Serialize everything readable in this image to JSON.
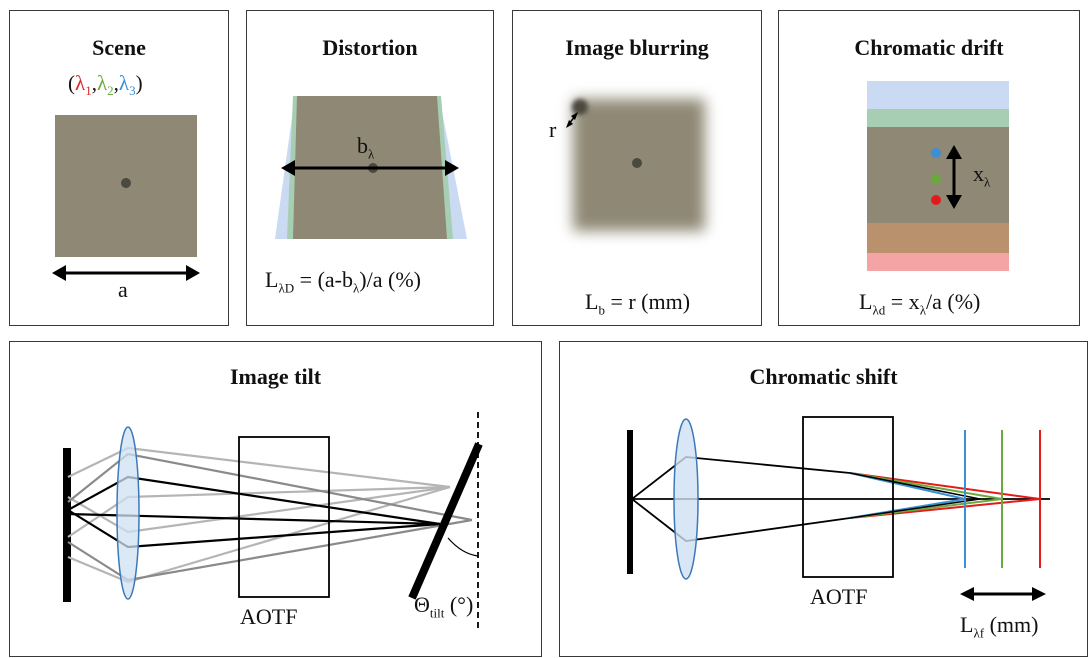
{
  "colors": {
    "scene_fill": "#8e8874",
    "dot": "#4b4a40",
    "lambda1": "#d62a2a",
    "lambda2": "#6aaa3c",
    "lambda3": "#3c8fd6",
    "lens_fill": "#cfe0f3",
    "lens_stroke": "#3c79b8",
    "drift_blue": "#c9daf2",
    "drift_green": "#a7cdb2",
    "drift_brown": "#b9916d",
    "drift_red": "#f5a4a6"
  },
  "scene": {
    "title": "Scene",
    "lambda_open": "(",
    "lambda1": "λ",
    "lambda1_sub": "1",
    "comma1": ",",
    "lambda2": "λ",
    "lambda2_sub": "2",
    "comma2": ",",
    "lambda3": "λ",
    "lambda3_sub": "3",
    "lambda_close": ")",
    "width_label": "a"
  },
  "distortion": {
    "title": "Distortion",
    "width_label": "b",
    "width_label_sub": "λ",
    "formula_L": "L",
    "formula_L_sub": "λD",
    "formula_rest_a": " = (a-b",
    "formula_rest_sub": "λ",
    "formula_rest_b": ")/a (%)"
  },
  "blurring": {
    "title": "Image blurring",
    "radius_label": "r",
    "formula_L": "L",
    "formula_L_sub": "b",
    "formula_rest": " = r (mm)"
  },
  "drift": {
    "title": "Chromatic drift",
    "shift_label": "x",
    "shift_label_sub": "λ",
    "formula_L": "L",
    "formula_L_sub": "λd",
    "formula_rest_a": " = x",
    "formula_rest_sub": "λ",
    "formula_rest_b": "/a (%)"
  },
  "tilt": {
    "title": "Image tilt",
    "aotf_label": "AOTF",
    "theta": "Θ",
    "theta_sub": "tilt",
    "theta_unit": " (°)"
  },
  "shift": {
    "title": "Chromatic shift",
    "aotf_label": "AOTF",
    "formula_L": "L",
    "formula_L_sub": "λf",
    "formula_rest": " (mm)"
  }
}
